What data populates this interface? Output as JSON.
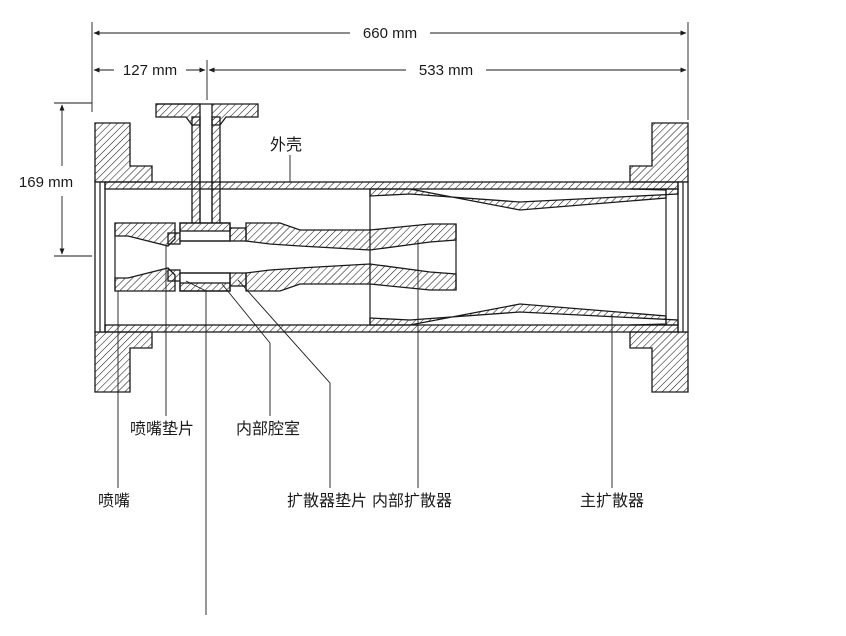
{
  "dimensions": {
    "overall_length": "660 mm",
    "inlet_offset": "127 mm",
    "body_length": "533 mm",
    "height": "169 mm"
  },
  "labels": {
    "shell": "外壳",
    "nozzle_gasket": "喷嘴垫片",
    "inner_chamber": "内部腔室",
    "nozzle": "喷嘴",
    "diffuser_gasket": "扩散器垫片",
    "inner_diffuser": "内部扩散器",
    "main_diffuser": "主扩散器"
  },
  "colors": {
    "line": "#1a1a1a",
    "background": "#ffffff"
  }
}
